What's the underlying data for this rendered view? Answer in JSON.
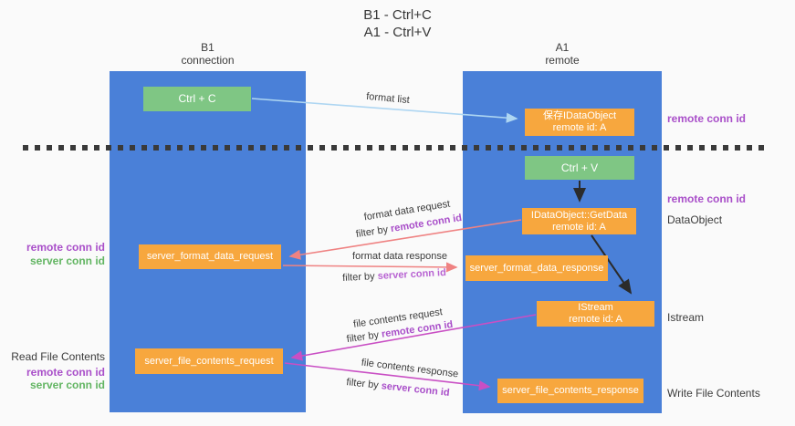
{
  "title": {
    "line1": "B1 - Ctrl+C",
    "line2": "A1 - Ctrl+V"
  },
  "lifelines": {
    "left": {
      "title": "B1",
      "subtitle": "connection"
    },
    "right": {
      "title": "A1",
      "subtitle": "remote"
    }
  },
  "boxes": {
    "ctrl_c": {
      "label": "Ctrl + C"
    },
    "save_dataobject": {
      "line1": "保存IDataObject",
      "line2": "remote id: A"
    },
    "ctrl_v": {
      "label": "Ctrl + V"
    },
    "getdata": {
      "line1": "IDataObject::GetData",
      "line2": "remote id: A"
    },
    "format_request": {
      "label": "server_format_data_request"
    },
    "format_response": {
      "label": "server_format_data_response"
    },
    "istream": {
      "line1": "IStream",
      "line2": "remote id: A"
    },
    "file_request": {
      "label": "server_file_contents_request"
    },
    "file_response": {
      "label": "server_file_contents_response"
    }
  },
  "arrow_labels": {
    "format_list": "format list",
    "filter_by": "filter by ",
    "format_data_request": "format data request",
    "format_data_request_filter": "remote conn id",
    "format_data_response": "format data response",
    "format_data_response_filter": "server conn id",
    "file_contents_request": "file contents request",
    "file_contents_request_filter": "remote conn id",
    "file_contents_response": "file contents response",
    "file_contents_response_filter": "server conn id"
  },
  "side_labels": {
    "right_remote_conn_id_1": "remote conn id",
    "right_remote_conn_id_2": "remote conn id",
    "right_dataobject": "DataObject",
    "right_istream": "Istream",
    "right_write_file": "Write File Contents",
    "left_remote_conn_id_1": "remote conn id",
    "left_server_conn_id_1": "server conn id",
    "left_read_file": "Read File Contents",
    "left_remote_conn_id_2": "remote conn id",
    "left_server_conn_id_2": "server conn id"
  },
  "colors": {
    "background": "#fafafa",
    "lifeline_blue": "#4a80d8",
    "green_box": "#7fc684",
    "orange_box": "#f7a73e",
    "purple_text": "#a94fc9",
    "green_text": "#62b562",
    "salmon_arrow": "#ef8282",
    "magenta_arrow": "#c94fc4",
    "lightblue_arrow": "#aed6f2",
    "black_arrow": "#2b2b2b",
    "dash_line": "#3a3a3a"
  }
}
